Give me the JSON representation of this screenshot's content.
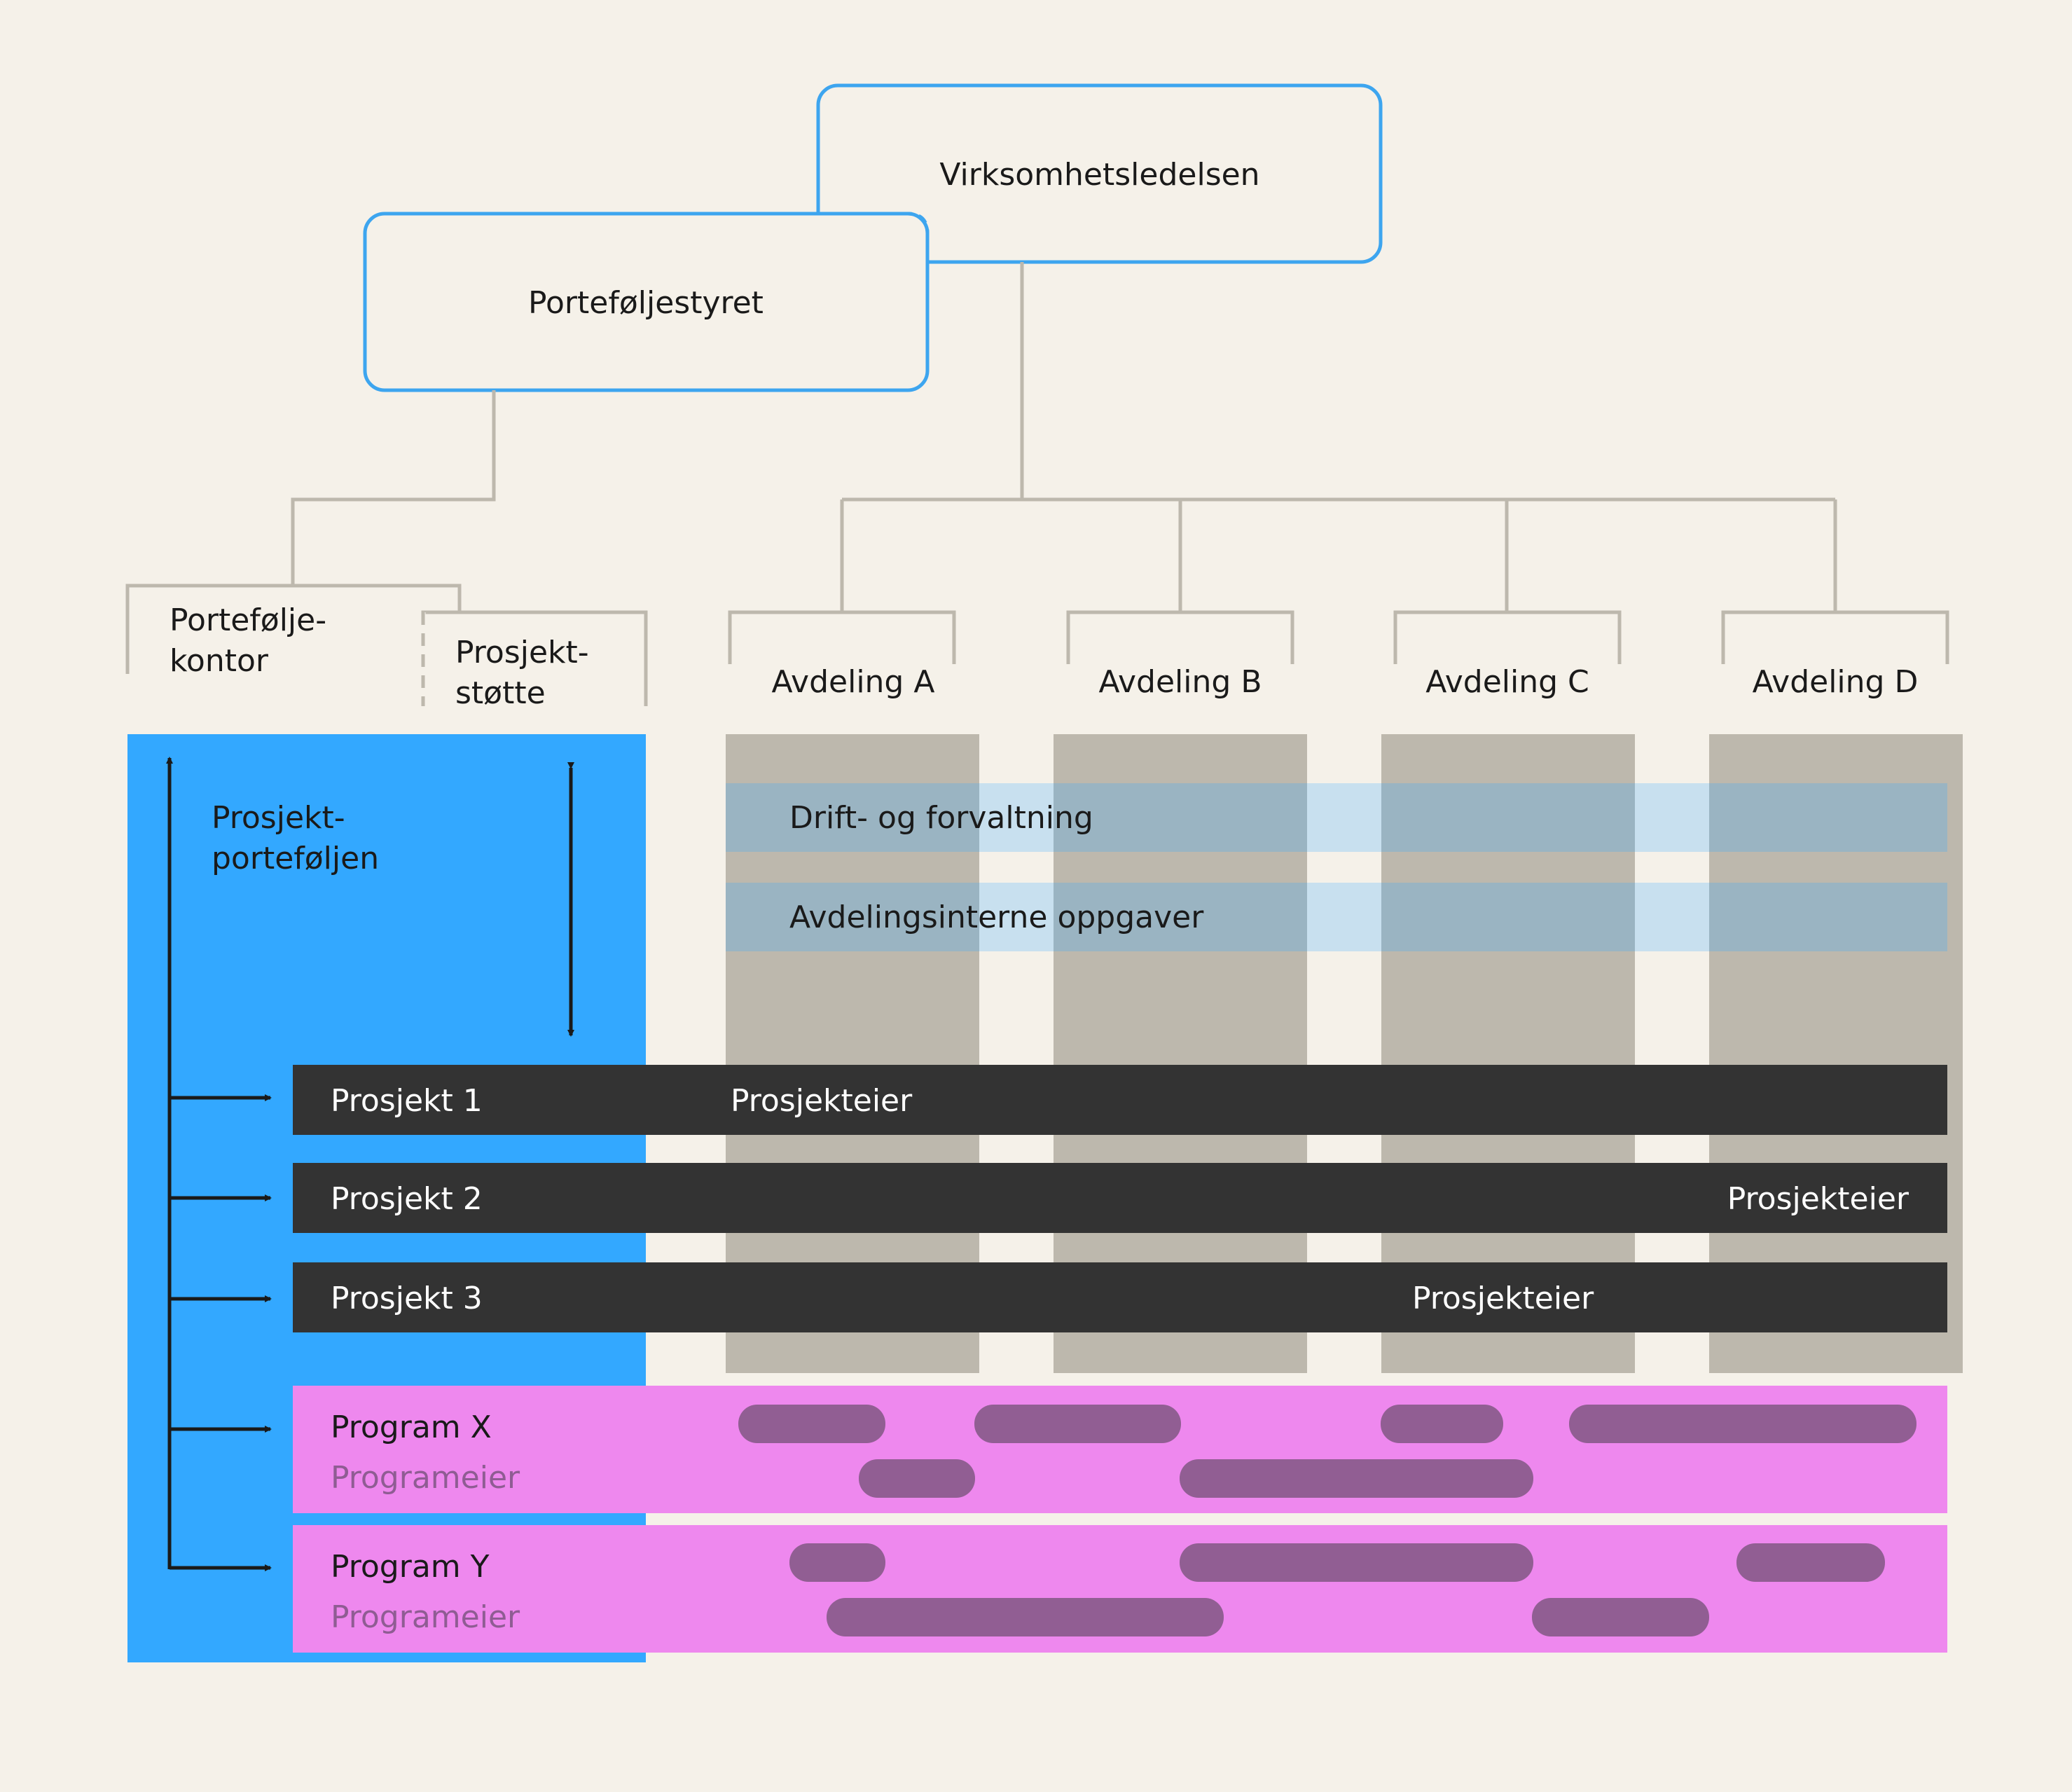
{
  "top": {
    "virksomhetsledelsen": "Virksomhetsledelsen",
    "porteføljestyret": "Porteføljestyret"
  },
  "units": {
    "portfolio_office": [
      "Portefølje-",
      "kontor"
    ],
    "project_support": [
      "Prosjekt-",
      "støtte"
    ]
  },
  "departments": [
    "Avdeling A",
    "Avdeling B",
    "Avdeling C",
    "Avdeling D"
  ],
  "portfolio_label": [
    "Prosjekt-",
    "porteføljen"
  ],
  "bands": [
    "Drift- og forvaltning",
    "Avdelingsinterne oppgaver"
  ],
  "projects": [
    {
      "name": "Prosjekt 1",
      "owner": "Prosjekteier"
    },
    {
      "name": "Prosjekt 2",
      "owner": "Prosjekteier"
    },
    {
      "name": "Prosjekt 3",
      "owner": "Prosjekteier"
    }
  ],
  "programs": [
    {
      "name": "Program X",
      "owner": "Programeier"
    },
    {
      "name": "Program Y",
      "owner": "Programeier"
    }
  ],
  "colors": {
    "background": "#f5f1e9",
    "accent_blue": "#33a8ff",
    "box_border": "#3da5ef",
    "department_column": "#bdb8ad",
    "band": "#9ab4c2",
    "project_bar": "#333333",
    "program_band": "#ee88ee",
    "program_segment": "#915e93",
    "connector": "#bdb8ad"
  }
}
